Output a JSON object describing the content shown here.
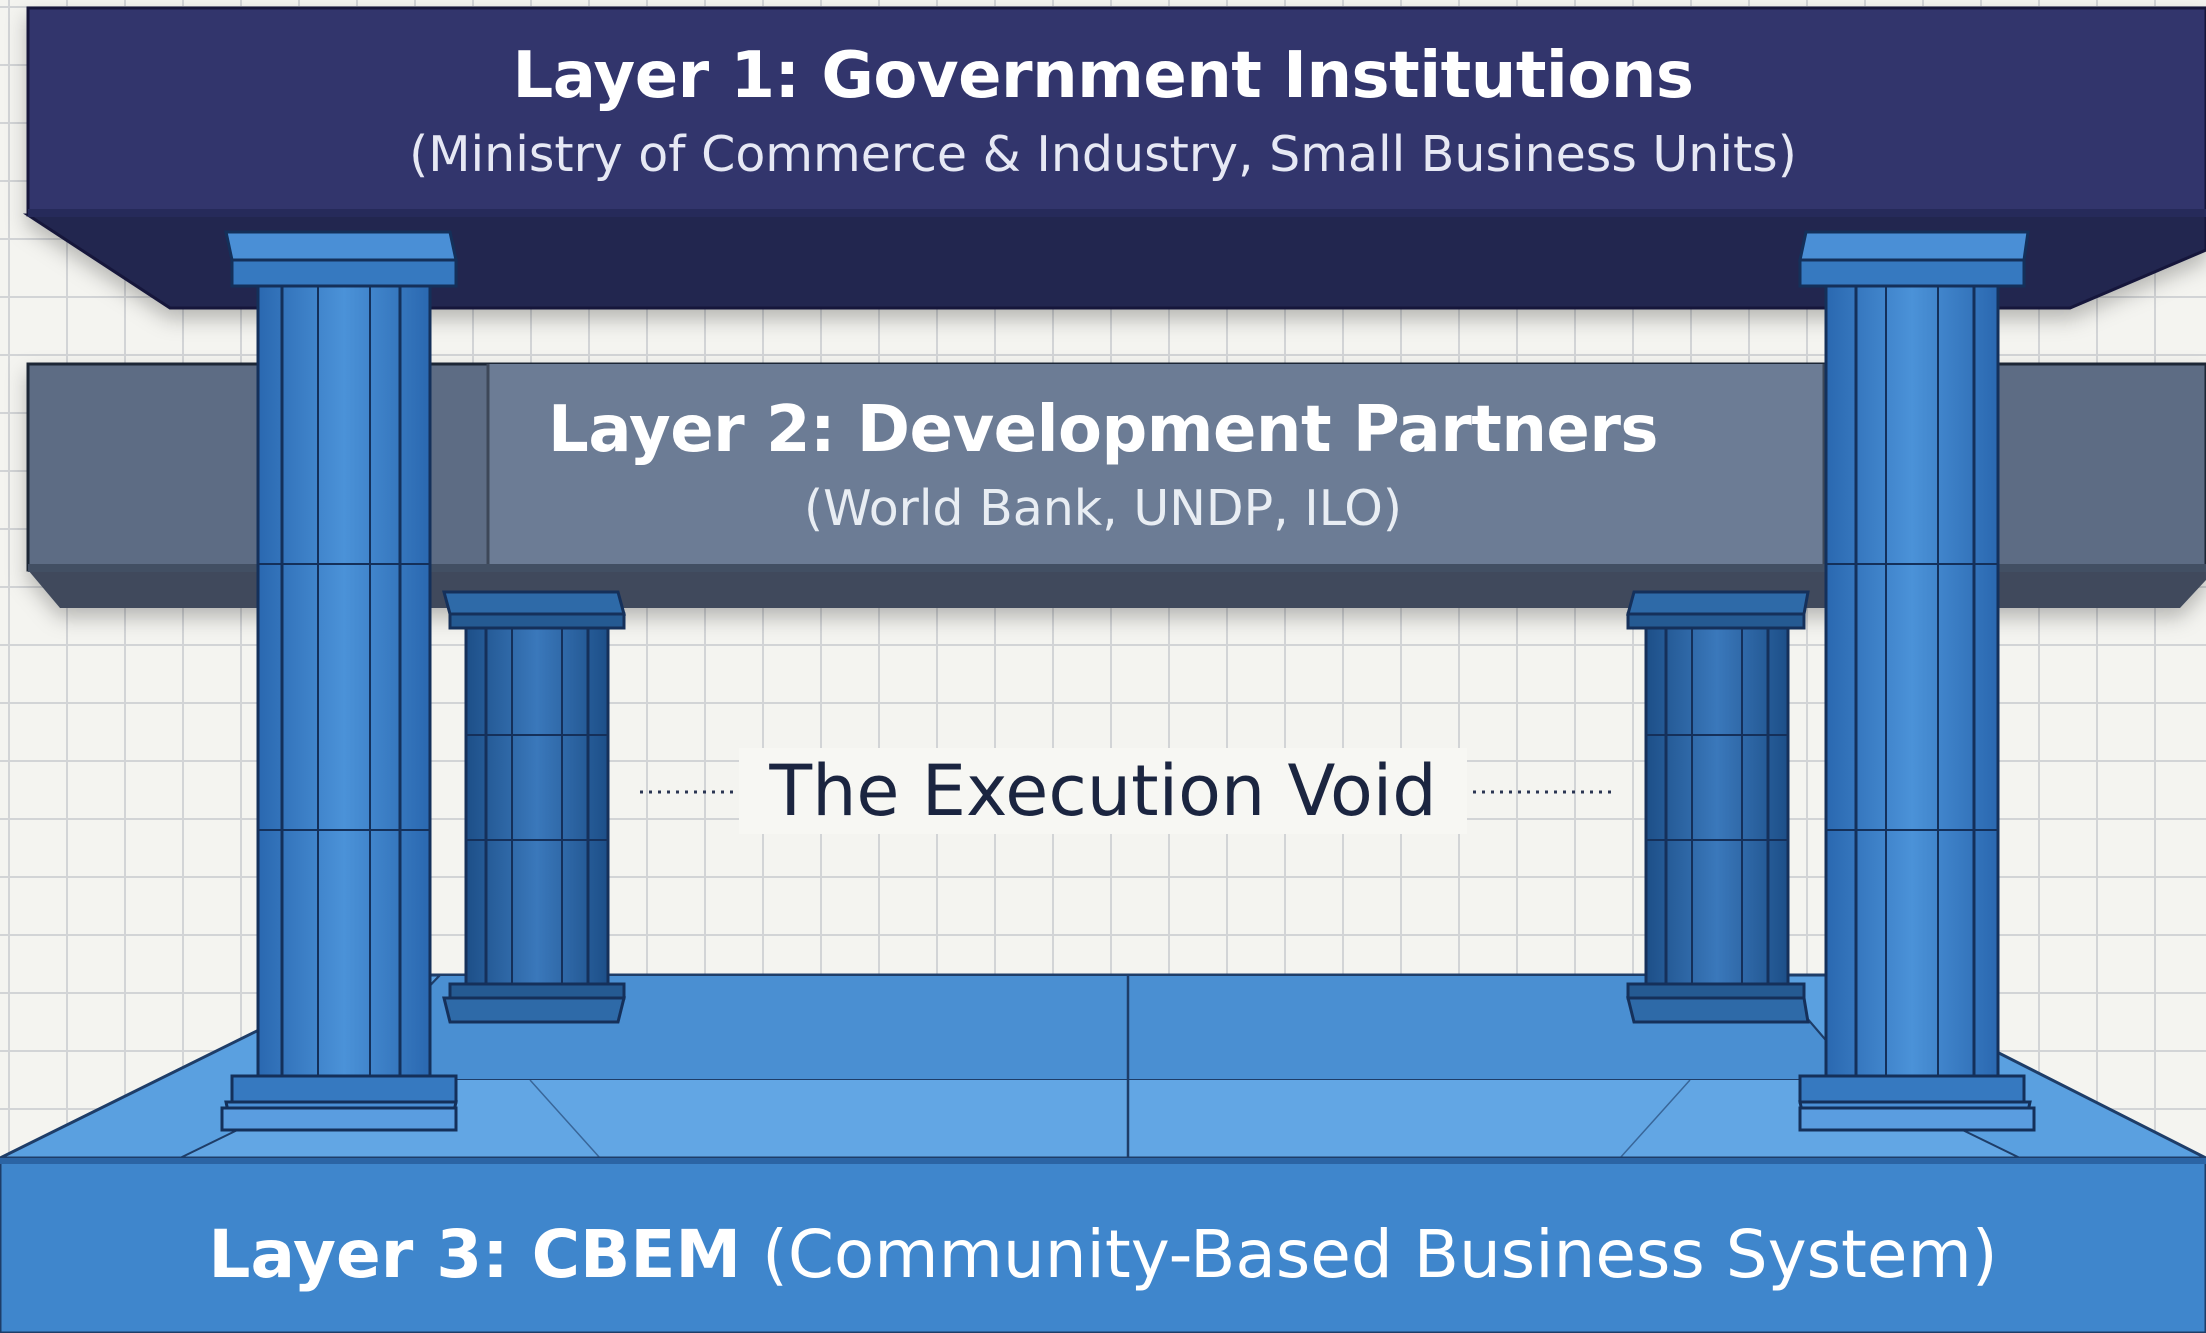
{
  "layers": {
    "layer1": {
      "title": "Layer 1: Government Institutions",
      "subtitle": "(Ministry of Commerce & Industry, Small Business Units)",
      "color": "#2e3266"
    },
    "layer2": {
      "title": "Layer 2: Development Partners",
      "subtitle": "(World Bank, UNDP, ILO)",
      "color": "#5a6780"
    },
    "void": {
      "label": "The Execution Void"
    },
    "layer3": {
      "title": "Layer 3: CBEM",
      "subtitle": "(Community-Based Business System)",
      "color": "#3b82c8"
    }
  },
  "icons": [
    "pillar-icon"
  ]
}
